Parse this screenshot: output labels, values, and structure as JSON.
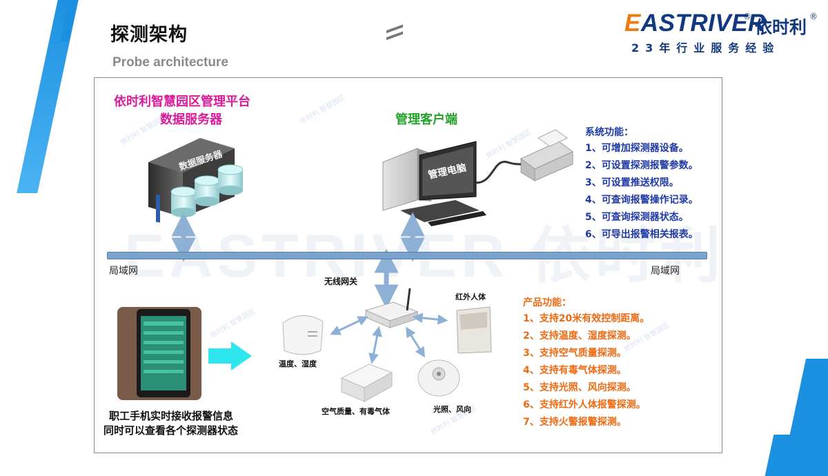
{
  "header": {
    "title": "探测架构",
    "subtitle": "Probe architecture"
  },
  "logo": {
    "brand_e": "E",
    "brand_rest": "ASTRIVER",
    "registered": "®",
    "cn_name": "依时利",
    "tagline": "23年行业服务经验"
  },
  "diagram": {
    "platform_title": "依时利智慧园区管理平台",
    "server_title": "数据服务器",
    "server_label": "数据服务器",
    "client_title": "管理客户端",
    "client_screen_label": "管理电脑",
    "lan_left": "局域网",
    "lan_right": "局域网",
    "gateway_label": "无线网关",
    "sensors": {
      "temp_humidity": "温度、湿度",
      "air_quality": "空气质量、有毒气体",
      "light_wind": "光照、风向",
      "infrared": "红外人体"
    },
    "phone_caption_line1": "职工手机实时接收报警信息",
    "phone_caption_line2": "同时可以查看各个探测器状态",
    "watermark_big": "EASTRIVER 依时利",
    "watermark_small": "依时利 智慧园区"
  },
  "system_functions": {
    "heading": "系统功能：",
    "items": [
      "1、可增加探测器设备。",
      "2、可设置探测报警参数。",
      "3、可设置推送权限。",
      "4、可查询报警操作记录。",
      "5、可查询探测器状态。",
      "6、可导出报警相关报表。"
    ]
  },
  "product_functions": {
    "heading": "产品功能：",
    "items": [
      "1、支持20米有效控制距离。",
      "2、支持温度、湿度探测。",
      "3、支持空气质量探测。",
      "4、支持有毒气体探测。",
      "5、支持光照、风向探测。",
      "6、支持红外人体报警探测。",
      "7、支持火警报警探测。"
    ]
  },
  "colors": {
    "accent_blue": "#1b8fe0",
    "brand_navy": "#12397f",
    "brand_orange": "#ed7b12",
    "title_pink": "#d81b9a",
    "title_green": "#22a22a",
    "list_navy": "#1f3aa6",
    "list_orange": "#ee6a12",
    "lan_blue": "#7ba3cc",
    "arrow_cyan": "#2ee6ee"
  }
}
